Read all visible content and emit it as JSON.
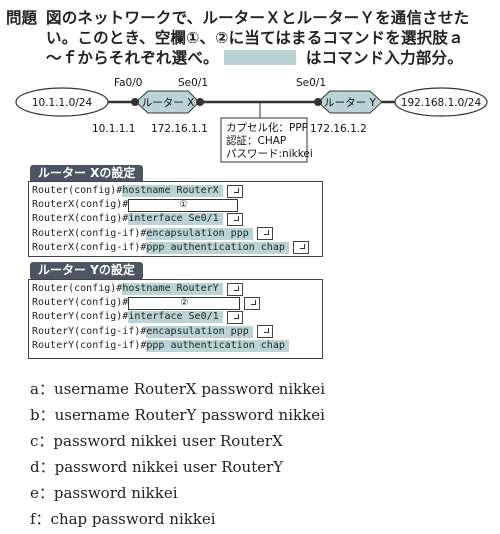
{
  "question": {
    "label": "問題",
    "lines": [
      "図のネットワークで、ルーターＸとルーターＹを通信させた",
      "い。このとき、空欄①、②に当てはまるコマンドを選択肢ａ",
      "〜ｆからそれぞれ選べ。",
      "はコマンド入力部分。"
    ]
  },
  "diagram": {
    "left_net": "10.1.1.0/24",
    "right_net": "192.168.1.0/24",
    "router_x": "ルーター X",
    "router_y": "ルーター Y",
    "if_fa": "Fa0/0",
    "if_se_x": "Se0/1",
    "if_se_y": "Se0/1",
    "ip_fa": "10.1.1.1",
    "ip_se_x": "172.16.1.1",
    "ip_se_y": "172.16.1.2",
    "note": [
      "カプセル化：PPP",
      "認証：CHAP",
      "パスワード:nikkei"
    ]
  },
  "config_x": {
    "title": "ルーター Xの設定",
    "lines": [
      {
        "prompt": "Router(config)#",
        "cmd": "hostname RouterX",
        "enter": true
      },
      {
        "prompt": "RouterX(config)#",
        "blank": "①",
        "enter": false
      },
      {
        "prompt": "RouterX(config)#",
        "cmd": "interface Se0/1",
        "enter": true
      },
      {
        "prompt": "RouterX(config-if)#",
        "cmd": "encapsulation ppp",
        "enter": true
      },
      {
        "prompt": "RouterX(config-if)#",
        "cmd": "ppp authentication chap",
        "enter": true
      }
    ]
  },
  "config_y": {
    "title": "ルーター Yの設定",
    "lines": [
      {
        "prompt": "Router(config)#",
        "cmd": "hostname RouterY",
        "enter": true
      },
      {
        "prompt": "RouterY(config)#",
        "blank": "②",
        "enter": true
      },
      {
        "prompt": "RouterY(config)#",
        "cmd": "interface Se0/1",
        "enter": true
      },
      {
        "prompt": "RouterY(config-if)#",
        "cmd": "encapsulation ppp",
        "enter": true
      },
      {
        "prompt": "RouterY(config-if)#",
        "cmd": "ppp authentication chap",
        "enter": false
      }
    ]
  },
  "options": [
    "a：username RouterX password nikkei",
    "b：username RouterY password nikkei",
    "c：password nikkei user RouterX",
    "d：password nikkei user RouterY",
    "e：password nikkei",
    "f：chap password nikkei"
  ]
}
